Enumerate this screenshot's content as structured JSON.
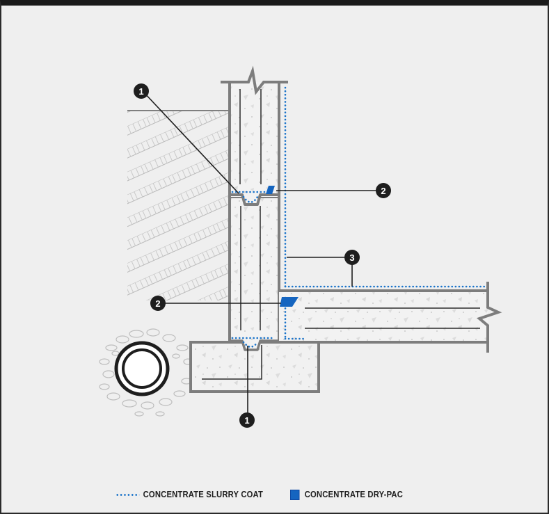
{
  "callouts": {
    "one": "1",
    "two": "2",
    "three": "3"
  },
  "legend": {
    "slurry_label": "CONCENTRATE SLURRY COAT",
    "drypac_label": "CONCENTRATE DRY-PAC"
  },
  "colors": {
    "slurry": "#1a73c9",
    "drypac": "#1565c0",
    "concrete_outline": "#7d7d7d",
    "background": "#efefef"
  }
}
